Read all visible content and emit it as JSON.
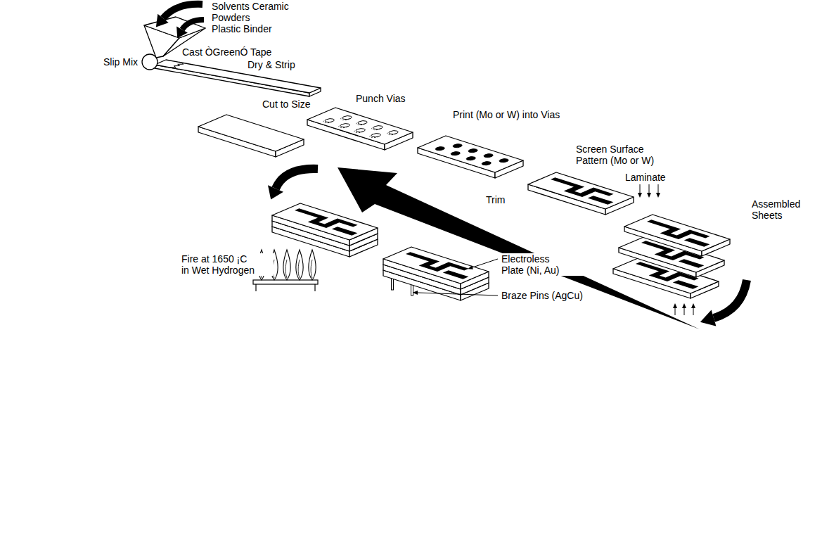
{
  "diagram": {
    "labels": [
      "Solvents Ceramic Powders Plastic Binder",
      "Slip Mix",
      "Cast ÒGreenÓ Tape",
      "Dry & Strip",
      "Cut to Size",
      "Punch Vias",
      "Print (Mo or W) into Vias",
      "Screen Surface Pattern (Mo or W)",
      "Laminate",
      "Assembled Sheets",
      "Trim",
      "Fire at 1650 ¡C in Wet Hydrogen",
      "Electroless Plate (Ni, Au)",
      "Braze Pins (AgCu)"
    ]
  }
}
